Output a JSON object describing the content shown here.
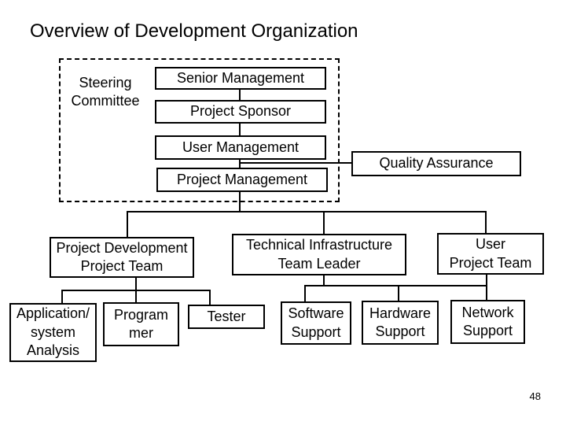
{
  "slide": {
    "title": "Overview of Development Organization",
    "page_number": "48"
  },
  "group": {
    "steering_committee": "Steering\nCommittee"
  },
  "nodes": {
    "senior_management": "Senior Management",
    "project_sponsor": "Project Sponsor",
    "user_management": "User Management",
    "project_management": "Project Management",
    "quality_assurance": "Quality Assurance",
    "project_development_team": "Project Development\nProject Team",
    "technical_infrastructure": "Technical Infrastructure\nTeam Leader",
    "user_project_team": "User\nProject Team",
    "application_system_analysis": "Application/\nsystem\nAnalysis",
    "programmer": "Program\nmer",
    "tester": "Tester",
    "software_support": "Software\nSupport",
    "hardware_support": "Hardware\nSupport",
    "network_support": "Network\nSupport"
  }
}
